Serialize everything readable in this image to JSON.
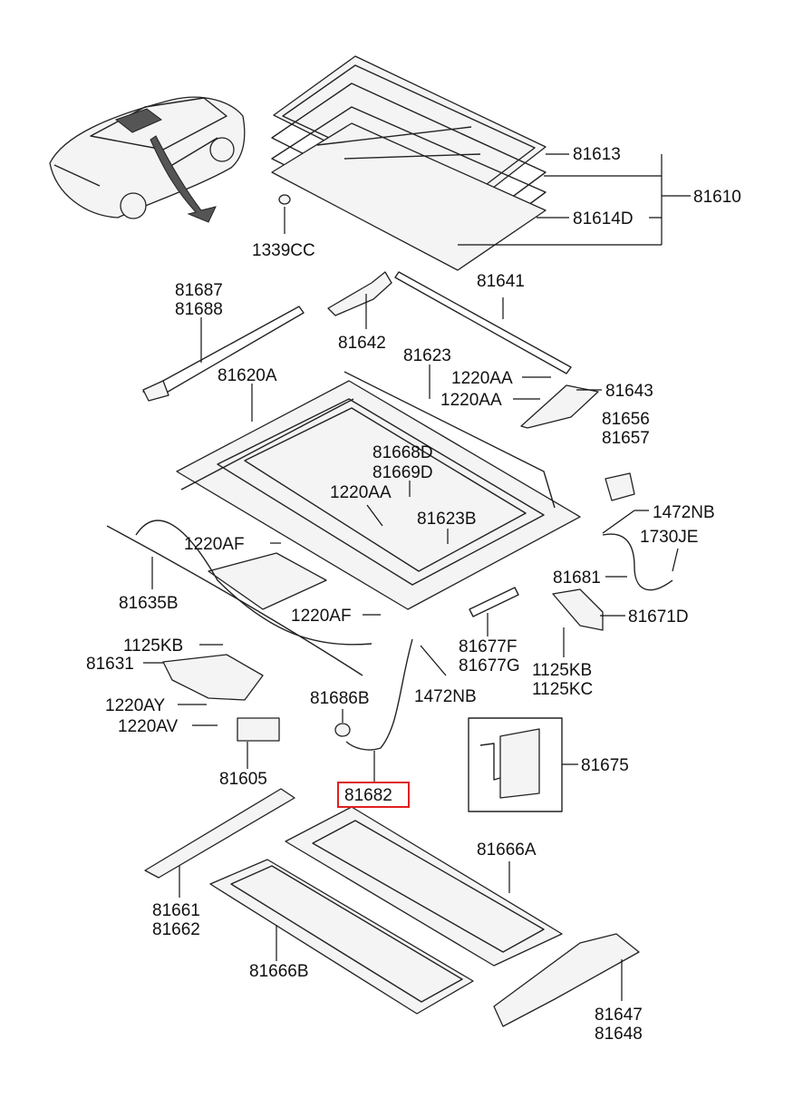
{
  "labels": {
    "l81613": "81613",
    "l81610": "81610",
    "l81614D": "81614D",
    "l1339CC": "1339CC",
    "l81687": "81687",
    "l81688": "81688",
    "l81642": "81642",
    "l81641": "81641",
    "l81623": "81623",
    "l81620A": "81620A",
    "l1220AA_1": "1220AA",
    "l1220AA_2": "1220AA",
    "l81643": "81643",
    "l81656": "81656",
    "l81657": "81657",
    "l81668D": "81668D",
    "l81669D": "81669D",
    "l1220AA_3": "1220AA",
    "l81623B": "81623B",
    "l1472NB_1": "1472NB",
    "l1730JE": "1730JE",
    "l1220AF_1": "1220AF",
    "l81635B": "81635B",
    "l81681": "81681",
    "l1220AF_2": "1220AF",
    "l81671D": "81671D",
    "l1125KB_1": "1125KB",
    "l81677F": "81677F",
    "l81677G": "81677G",
    "l1125KB_2": "1125KB",
    "l1125KC": "1125KC",
    "l81631": "81631",
    "l1472NB_2": "1472NB",
    "l81686B": "81686B",
    "l1220AY": "1220AY",
    "l1220AV": "1220AV",
    "l81605": "81605",
    "l81682": "81682",
    "l81675": "81675",
    "l81666A": "81666A",
    "l81661": "81661",
    "l81662": "81662",
    "l81666B": "81666B",
    "l81647": "81647",
    "l81648": "81648"
  },
  "colors": {
    "highlight": "#e02020",
    "ink": "#222222"
  }
}
